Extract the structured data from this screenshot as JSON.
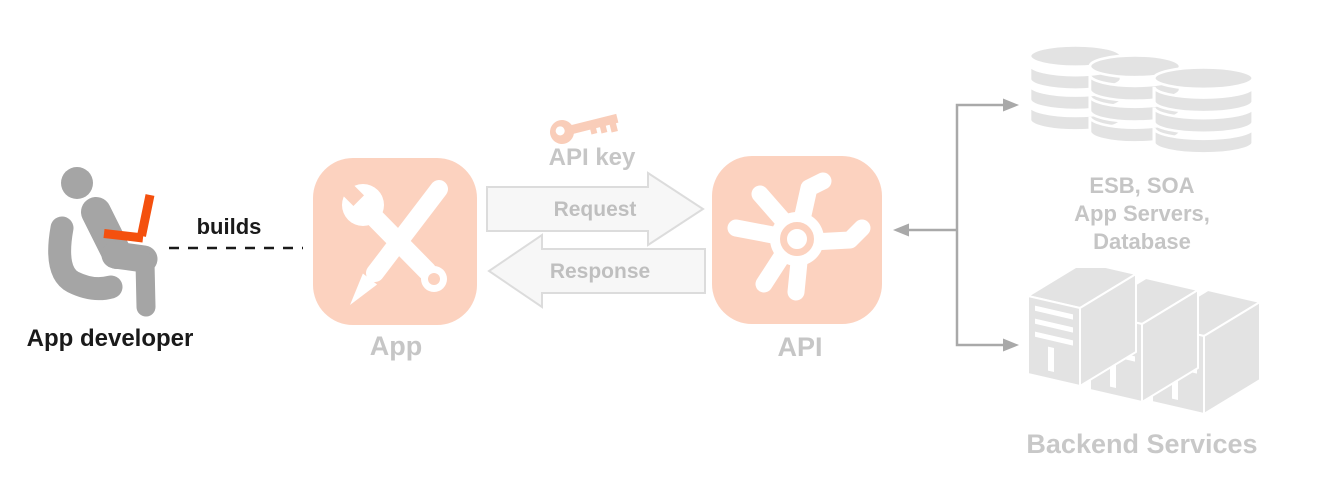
{
  "diagram": {
    "developer": {
      "label": "App developer"
    },
    "builds_label": "builds",
    "app": {
      "label": "App"
    },
    "api_key": {
      "label": "API key"
    },
    "request_arrow": {
      "label": "Request"
    },
    "response_arrow": {
      "label": "Response"
    },
    "api": {
      "label": "API"
    },
    "esb": {
      "line1": "ESB, SOA",
      "line2": "App Servers,",
      "line3": "Database"
    },
    "backend": {
      "label": "Backend Services"
    },
    "colors": {
      "accent_salmon": "#fcd2bf",
      "key_salmon": "#f9cdb9",
      "laptop_orange": "#f4500e",
      "person_gray": "#a5a5a5",
      "muted_label_gray": "#c6c6c6",
      "arrow_fill": "#f7f7f7",
      "arrow_border": "#dcdcdc",
      "connector_gray": "#a9a9a9",
      "backend_icon_gray": "#e3e3e3",
      "text_black": "#1a1a1a"
    }
  }
}
